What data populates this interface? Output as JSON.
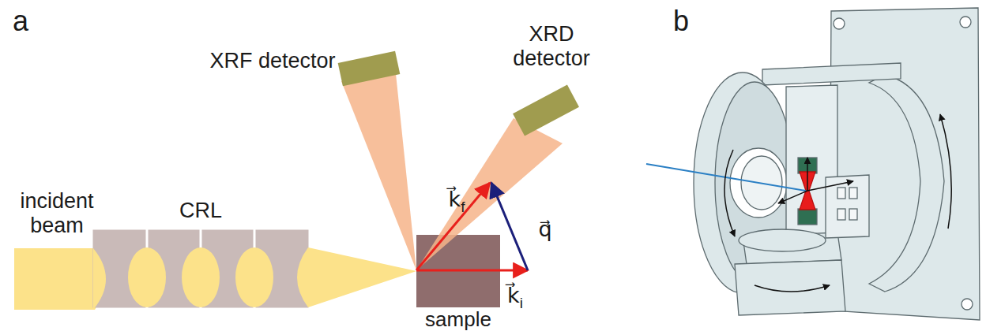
{
  "diagram": {
    "labels": [
      "a",
      "b",
      "incident beam",
      "CRL",
      "XRF detector",
      "XRD detector",
      "sample",
      "k⃗f",
      "k⃗i",
      "q⃗"
    ]
  }
}
